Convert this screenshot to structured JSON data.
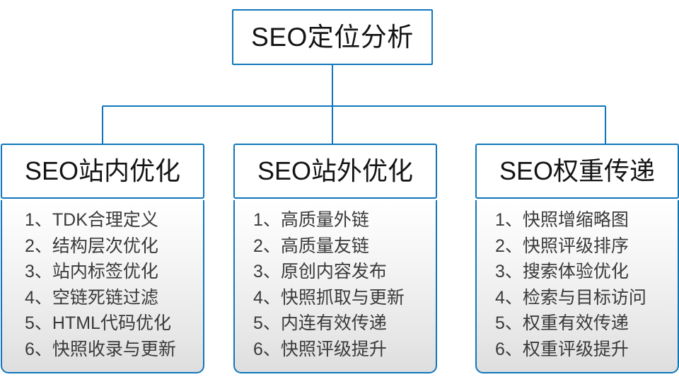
{
  "diagram": {
    "type": "org-tree",
    "root": {
      "label": "SEO定位分析"
    },
    "accent_color": "#1076bc",
    "text_color": "#141414",
    "list_text_color": "#3a3a3a",
    "branches": [
      {
        "title": "SEO站内优化",
        "items": [
          "1、TDK合理定义",
          "2、结构层次优化",
          "3、站内标签优化",
          "4、空链死链过滤",
          "5、HTML代码优化",
          "6、快照收录与更新"
        ]
      },
      {
        "title": "SEO站外优化",
        "items": [
          "1、高质量外链",
          "2、高质量友链",
          "3、原创内容发布",
          "4、快照抓取与更新",
          "5、内连有效传递",
          "6、快照评级提升"
        ]
      },
      {
        "title": "SEO权重传递",
        "items": [
          "1、快照增缩略图",
          "2、快照评级排序",
          "3、搜索体验优化",
          "4、检索与目标访问",
          "5、权重有效传递",
          "6、权重评级提升"
        ]
      }
    ]
  }
}
